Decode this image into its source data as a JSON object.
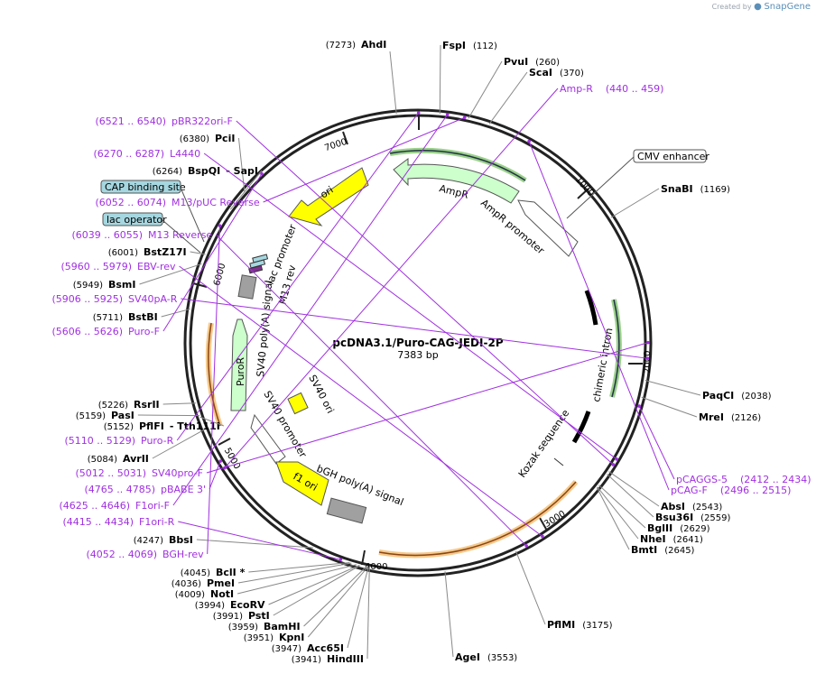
{
  "header": {
    "created_by": "Created by",
    "brand": "SnapGene"
  },
  "plasmid": {
    "name": "pcDNA3.1/Puro-CAG-JEDI-2P",
    "length_label": "7383 bp",
    "length_bp": 7383
  },
  "tick_labels": [
    "1000",
    "2000",
    "3000",
    "4000",
    "5000",
    "6000",
    "7000"
  ],
  "features": [
    {
      "name": "AmpR",
      "type": "cds",
      "color": "#ccffcc"
    },
    {
      "name": "AmpR promoter",
      "type": "promoter",
      "color": "#ffffff"
    },
    {
      "name": "ori",
      "type": "ori",
      "color": "#ffff00"
    },
    {
      "name": "lac promoter",
      "type": "promoter",
      "color": "#ffffff"
    },
    {
      "name": "M13 rev",
      "type": "primer_bind",
      "color": "#a0a0a0"
    },
    {
      "name": "SV40 poly(A) signal",
      "type": "polyA",
      "color": "#a0a0a0"
    },
    {
      "name": "PuroR",
      "type": "cds",
      "color": "#ccffcc"
    },
    {
      "name": "SV40 promoter",
      "type": "promoter",
      "color": "#ffffff"
    },
    {
      "name": "SV40 ori",
      "type": "ori",
      "color": "#ffff00"
    },
    {
      "name": "f1 ori",
      "type": "ori",
      "color": "#ffff00"
    },
    {
      "name": "bGH poly(A) signal",
      "type": "polyA",
      "color": "#a0a0a0"
    },
    {
      "name": "chimeric intron",
      "type": "intron",
      "color": "#000000"
    },
    {
      "name": "Kozak sequence",
      "type": "regulatory",
      "color": "#000000"
    }
  ],
  "boxed_features": [
    {
      "name": "CMV enhancer",
      "color": "#ffffff"
    },
    {
      "name": "CAP binding site",
      "color": "#a6d7e0"
    },
    {
      "name": "lac operator",
      "color": "#a6d7e0"
    }
  ],
  "sites_left": [
    {
      "pos": "(7273)",
      "name": "AhdI"
    },
    {
      "pos": "(6380)",
      "name": "PciI"
    },
    {
      "pos": "(6264)",
      "name": "BspQI",
      "extra": "- SapI"
    },
    {
      "pos": "(6001)",
      "name": "BstZ17I"
    },
    {
      "pos": "(5949)",
      "name": "BsmI"
    },
    {
      "pos": "(5711)",
      "name": "BstBI"
    },
    {
      "pos": "(5226)",
      "name": "RsrII"
    },
    {
      "pos": "(5159)",
      "name": "PasI"
    },
    {
      "pos": "(5152)",
      "name": "PflFI",
      "extra": "- Tth111I"
    },
    {
      "pos": "(5084)",
      "name": "AvrII"
    },
    {
      "pos": "(4247)",
      "name": "BbsI"
    },
    {
      "pos": "(4045)",
      "name": "BclI *"
    },
    {
      "pos": "(4036)",
      "name": "PmeI"
    },
    {
      "pos": "(4009)",
      "name": "NotI"
    },
    {
      "pos": "(3994)",
      "name": "EcoRV"
    },
    {
      "pos": "(3991)",
      "name": "PstI"
    },
    {
      "pos": "(3959)",
      "name": "BamHI"
    },
    {
      "pos": "(3951)",
      "name": "KpnI"
    },
    {
      "pos": "(3947)",
      "name": "Acc65I"
    },
    {
      "pos": "(3941)",
      "name": "HindIII"
    }
  ],
  "sites_right": [
    {
      "name": "FspI",
      "pos": "(112)"
    },
    {
      "name": "PvuI",
      "pos": "(260)"
    },
    {
      "name": "ScaI",
      "pos": "(370)"
    },
    {
      "name": "SnaBI",
      "pos": "(1169)"
    },
    {
      "name": "PaqCI",
      "pos": "(2038)"
    },
    {
      "name": "MreI",
      "pos": "(2126)"
    },
    {
      "name": "AbsI",
      "pos": "(2543)"
    },
    {
      "name": "Bsu36I",
      "pos": "(2559)"
    },
    {
      "name": "BglII",
      "pos": "(2629)"
    },
    {
      "name": "NheI",
      "pos": "(2641)"
    },
    {
      "name": "BmtI",
      "pos": "(2645)"
    },
    {
      "name": "PflMI",
      "pos": "(3175)"
    },
    {
      "name": "AgeI",
      "pos": "(3553)"
    }
  ],
  "primers_left": [
    {
      "pos": "(6521 .. 6540)",
      "name": "pBR322ori-F"
    },
    {
      "pos": "(6270 .. 6287)",
      "name": "L4440"
    },
    {
      "pos": "(6052 .. 6074)",
      "name": "M13/pUC Reverse"
    },
    {
      "pos": "(6039 .. 6055)",
      "name": "M13 Reverse"
    },
    {
      "pos": "(5960 .. 5979)",
      "name": "EBV-rev"
    },
    {
      "pos": "(5906 .. 5925)",
      "name": "SV40pA-R"
    },
    {
      "pos": "(5606 .. 5626)",
      "name": "Puro-F"
    },
    {
      "pos": "(5110 .. 5129)",
      "name": "Puro-R"
    },
    {
      "pos": "(5012 .. 5031)",
      "name": "SV40pro-F"
    },
    {
      "pos": "(4765 .. 4785)",
      "name": "pBABE 3'"
    },
    {
      "pos": "(4625 .. 4646)",
      "name": "F1ori-F"
    },
    {
      "pos": "(4415 .. 4434)",
      "name": "F1ori-R"
    },
    {
      "pos": "(4052 .. 4069)",
      "name": "BGH-rev"
    }
  ],
  "primers_right": [
    {
      "name": "Amp-R",
      "pos": "(440 .. 459)"
    },
    {
      "name": "pCAGGS-5",
      "pos": "(2412 .. 2434)"
    },
    {
      "name": "pCAG-F",
      "pos": "(2496 .. 2515)"
    }
  ],
  "colors": {
    "backbone": "#222222",
    "primer": "#a030e0",
    "cds_fill": "#ccffcc",
    "ori_fill": "#ffff00",
    "polyA_fill": "#a0a0a0",
    "box_fill": "#a6d7e0",
    "orange_glow": "#f5c98a",
    "green_glow": "#9ad08a"
  }
}
